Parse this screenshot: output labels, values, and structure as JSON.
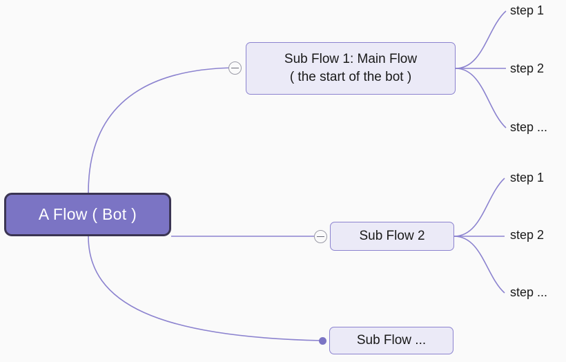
{
  "diagram": {
    "type": "mind-map",
    "background_color": "#fafafa",
    "accent_color": "#7b74c4",
    "edge_color": "#8b82cf",
    "root": {
      "label": "A Flow ( Bot )",
      "fill_color": "#7b74c4",
      "border_color": "#3b3553",
      "text_color": "#ffffff"
    },
    "branches": [
      {
        "id": "subflow1",
        "label_line1": "Sub Flow 1: Main Flow",
        "label_line2": "( the start of the bot )",
        "toggle": "collapse-minus",
        "children": [
          {
            "label": "step 1"
          },
          {
            "label": "step 2"
          },
          {
            "label": "step ..."
          }
        ]
      },
      {
        "id": "subflow2",
        "label_line1": "Sub Flow 2",
        "toggle": "collapse-minus",
        "children": [
          {
            "label": "step 1"
          },
          {
            "label": "step 2"
          },
          {
            "label": "step ..."
          }
        ]
      },
      {
        "id": "subflowmore",
        "label_line1": "Sub Flow ...",
        "toggle": "leaf-dot",
        "children": []
      }
    ]
  }
}
